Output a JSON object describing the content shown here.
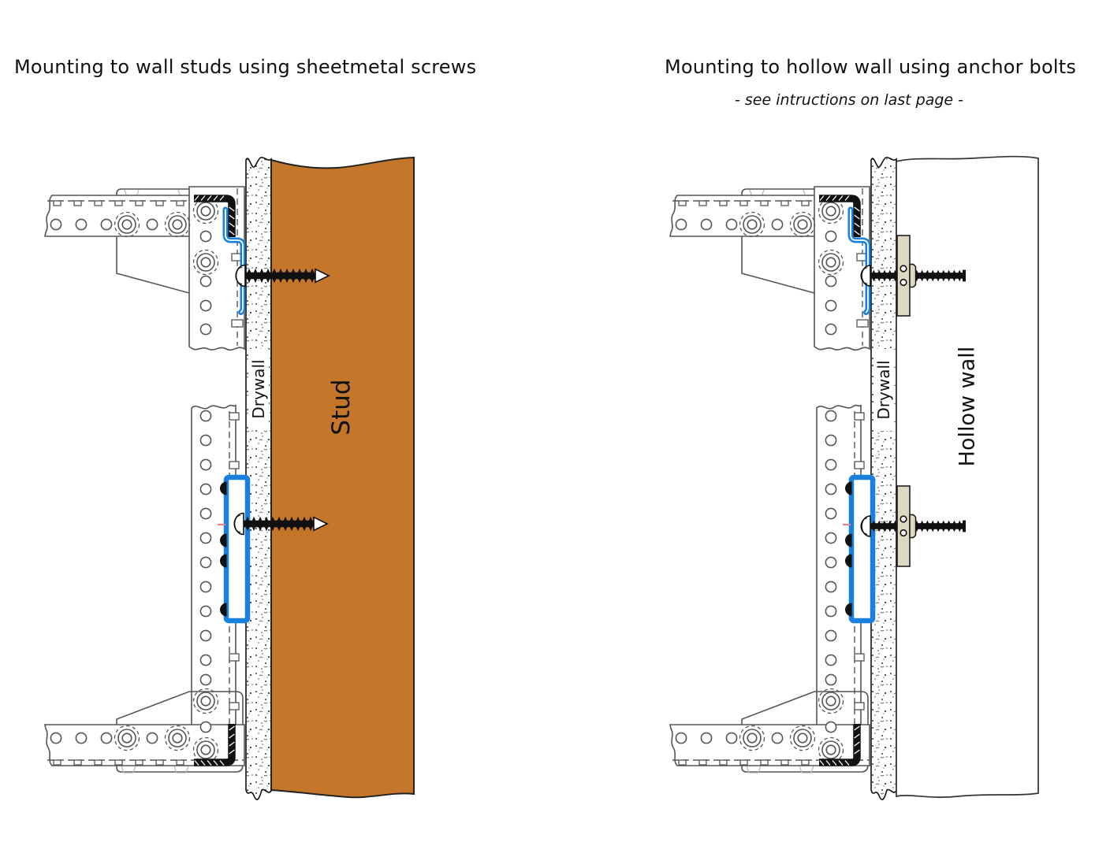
{
  "left_diagram": {
    "title": "Mounting to wall studs using sheetmetal screws",
    "drywall_label": "Drywall",
    "stud_label": "Stud"
  },
  "right_diagram": {
    "title": "Mounting to hollow wall using anchor bolts",
    "subtitle": "- see intructions on last page -",
    "drywall_label": "Drywall",
    "hollow_wall_label": "Hollow wall"
  },
  "colors": {
    "accent_blue": "#1980E0",
    "stud_orange": "#C4762B",
    "anchor_beige": "#DCD9C0",
    "line_gray": "#555555",
    "ink": "#111111",
    "red_mark": "#F08080"
  }
}
